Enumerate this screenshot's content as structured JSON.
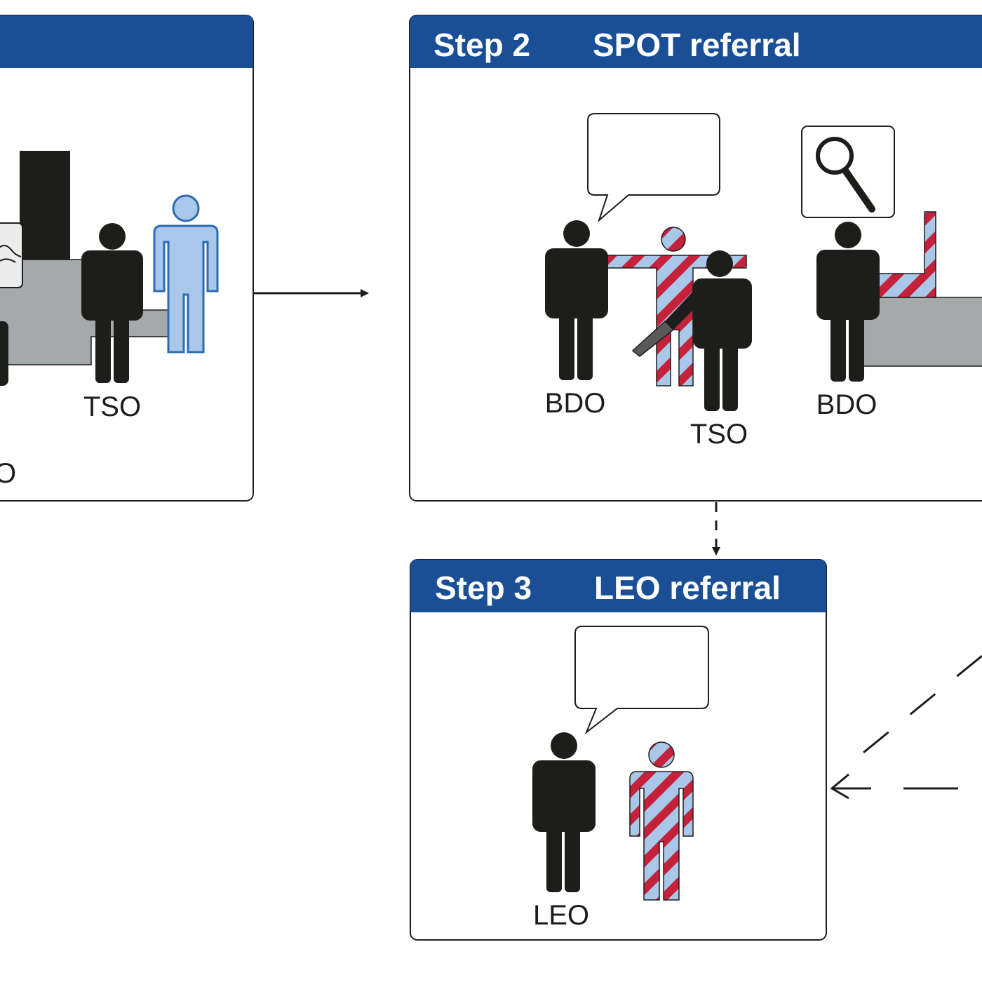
{
  "panels": {
    "step1": {
      "labels": {
        "tso": "TSO",
        "partial": "O"
      }
    },
    "step2": {
      "step": "Step 2",
      "title": "SPOT referral",
      "labels": {
        "bdo_left": "BDO",
        "tso": "TSO",
        "bdo_right": "BDO"
      }
    },
    "step3": {
      "step": "Step 3",
      "title": "LEO referral",
      "labels": {
        "leo": "LEO"
      }
    }
  },
  "colors": {
    "header": "#1a4f95",
    "figure": "#1d1d1b",
    "passenger": "#a9c7e8",
    "stripe": "#c4213b",
    "desk": "#a6a9a9"
  },
  "icons": [
    "speech-bubble-icon",
    "magnifier-icon",
    "arrow-icon"
  ]
}
